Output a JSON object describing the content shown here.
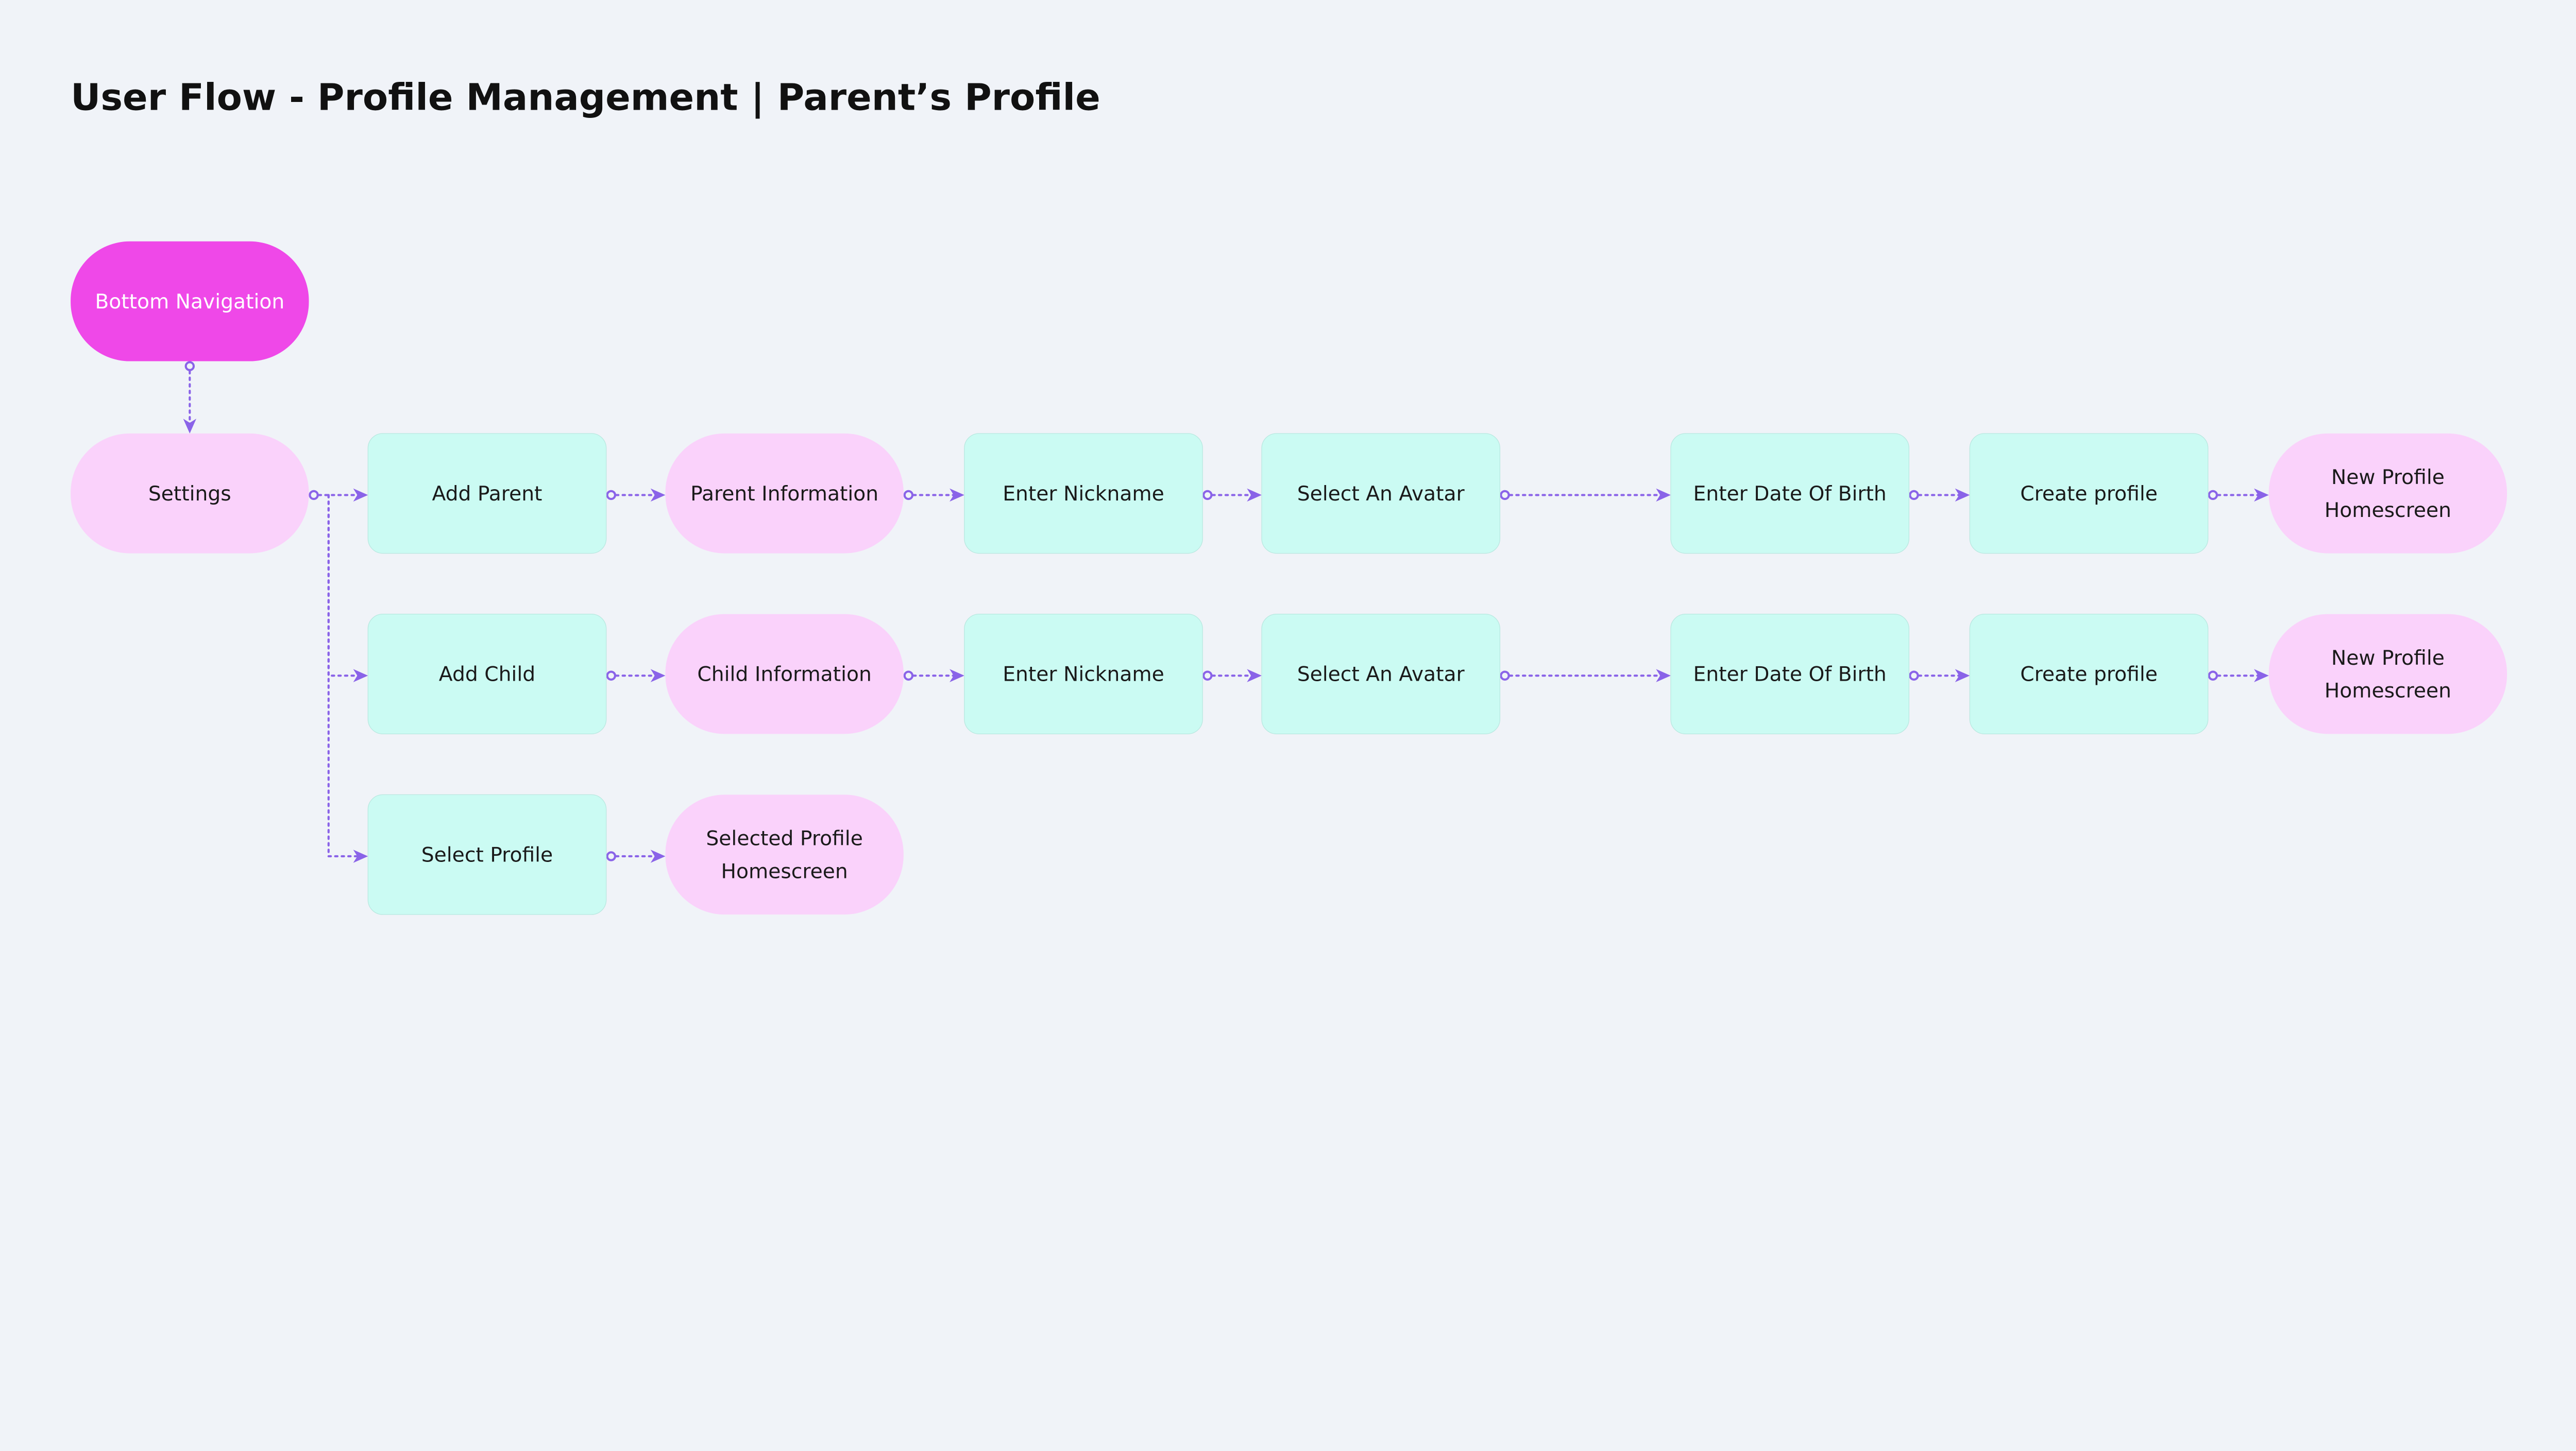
{
  "title": "User Flow - Profile Management | Parent’s Profile",
  "colors": {
    "background": "#f0f3f8",
    "primary_node": "#ef48e8",
    "page_node": "#fad2fb",
    "action_node": "#cbfbf3",
    "connector": "#8a63e8"
  },
  "nodes": [
    {
      "id": "bottom-navigation",
      "kind": "primary",
      "shape": "pill",
      "lines": [
        "Bottom Navigation"
      ]
    },
    {
      "id": "settings",
      "kind": "page",
      "shape": "pill",
      "lines": [
        "Settings"
      ]
    },
    {
      "id": "add-parent",
      "kind": "action",
      "shape": "box",
      "lines": [
        "Add Parent"
      ]
    },
    {
      "id": "parent-information",
      "kind": "page",
      "shape": "pill",
      "lines": [
        "Parent Information"
      ]
    },
    {
      "id": "enter-nickname-parent",
      "kind": "action",
      "shape": "box",
      "lines": [
        "Enter Nickname"
      ]
    },
    {
      "id": "select-avatar-parent",
      "kind": "action",
      "shape": "box",
      "lines": [
        "Select An Avatar"
      ]
    },
    {
      "id": "enter-dob-parent",
      "kind": "action",
      "shape": "box",
      "lines": [
        "Enter Date Of Birth"
      ]
    },
    {
      "id": "create-profile-parent",
      "kind": "action",
      "shape": "box",
      "lines": [
        "Create profile"
      ]
    },
    {
      "id": "new-profile-homescreen-parent",
      "kind": "page",
      "shape": "pill",
      "lines": [
        "New Profile",
        "Homescreen"
      ]
    },
    {
      "id": "add-child",
      "kind": "action",
      "shape": "box",
      "lines": [
        "Add Child"
      ]
    },
    {
      "id": "child-information",
      "kind": "page",
      "shape": "pill",
      "lines": [
        "Child Information"
      ]
    },
    {
      "id": "enter-nickname-child",
      "kind": "action",
      "shape": "box",
      "lines": [
        "Enter Nickname"
      ]
    },
    {
      "id": "select-avatar-child",
      "kind": "action",
      "shape": "box",
      "lines": [
        "Select An Avatar"
      ]
    },
    {
      "id": "enter-dob-child",
      "kind": "action",
      "shape": "box",
      "lines": [
        "Enter Date Of Birth"
      ]
    },
    {
      "id": "create-profile-child",
      "kind": "action",
      "shape": "box",
      "lines": [
        "Create profile"
      ]
    },
    {
      "id": "new-profile-homescreen-child",
      "kind": "page",
      "shape": "pill",
      "lines": [
        "New Profile",
        "Homescreen"
      ]
    },
    {
      "id": "select-profile",
      "kind": "action",
      "shape": "box",
      "lines": [
        "Select Profile"
      ]
    },
    {
      "id": "selected-profile-homescreen",
      "kind": "page",
      "shape": "pill",
      "lines": [
        "Selected Profile",
        "Homescreen"
      ]
    }
  ],
  "edges": [
    [
      "bottom-navigation",
      "settings"
    ],
    [
      "settings",
      "add-parent"
    ],
    [
      "settings",
      "add-child"
    ],
    [
      "settings",
      "select-profile"
    ],
    [
      "add-parent",
      "parent-information"
    ],
    [
      "parent-information",
      "enter-nickname-parent"
    ],
    [
      "enter-nickname-parent",
      "select-avatar-parent"
    ],
    [
      "select-avatar-parent",
      "enter-dob-parent"
    ],
    [
      "enter-dob-parent",
      "create-profile-parent"
    ],
    [
      "create-profile-parent",
      "new-profile-homescreen-parent"
    ],
    [
      "add-child",
      "child-information"
    ],
    [
      "child-information",
      "enter-nickname-child"
    ],
    [
      "enter-nickname-child",
      "select-avatar-child"
    ],
    [
      "select-avatar-child",
      "enter-dob-child"
    ],
    [
      "enter-dob-child",
      "create-profile-child"
    ],
    [
      "create-profile-child",
      "new-profile-homescreen-child"
    ],
    [
      "select-profile",
      "selected-profile-homescreen"
    ]
  ]
}
